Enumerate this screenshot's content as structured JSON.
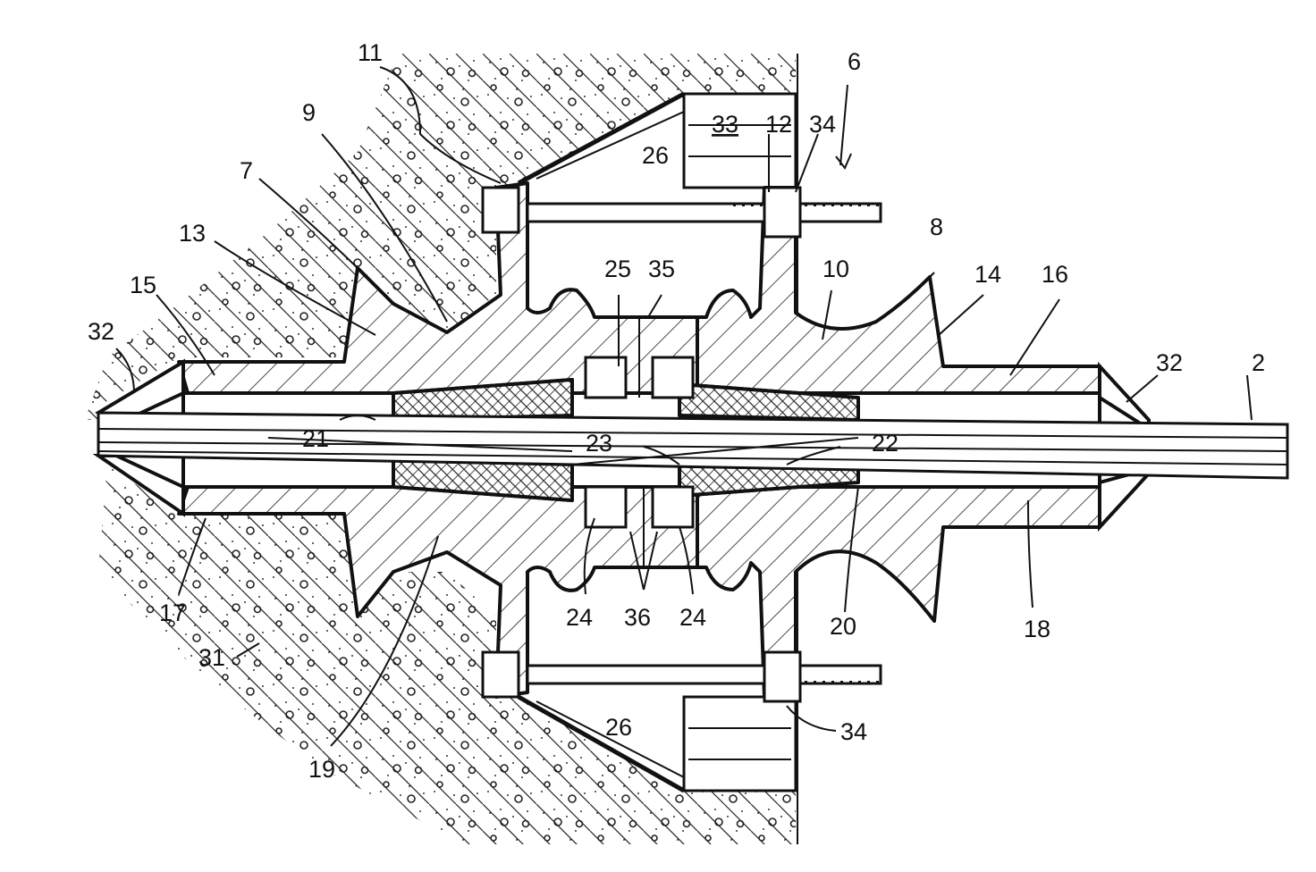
{
  "colors": {
    "ink": "#111111",
    "paper": "#ffffff"
  },
  "labels": {
    "n11": "11",
    "n6": "6",
    "n9": "9",
    "n33": "33",
    "n12": "12",
    "n34_top": "34",
    "n26_top": "26",
    "n7": "7",
    "n13": "13",
    "n15": "15",
    "n8": "8",
    "n25": "25",
    "n35": "35",
    "n10": "10",
    "n14": "14",
    "n16": "16",
    "n32_left": "32",
    "n32_right": "32",
    "n2": "2",
    "n21": "21",
    "n23": "23",
    "n22": "22",
    "n17": "17",
    "n24_left": "24",
    "n36": "36",
    "n24_right": "24",
    "n20": "20",
    "n18": "18",
    "n31": "31",
    "n26_bottom": "26",
    "n34_bottom": "34",
    "n19": "19"
  }
}
